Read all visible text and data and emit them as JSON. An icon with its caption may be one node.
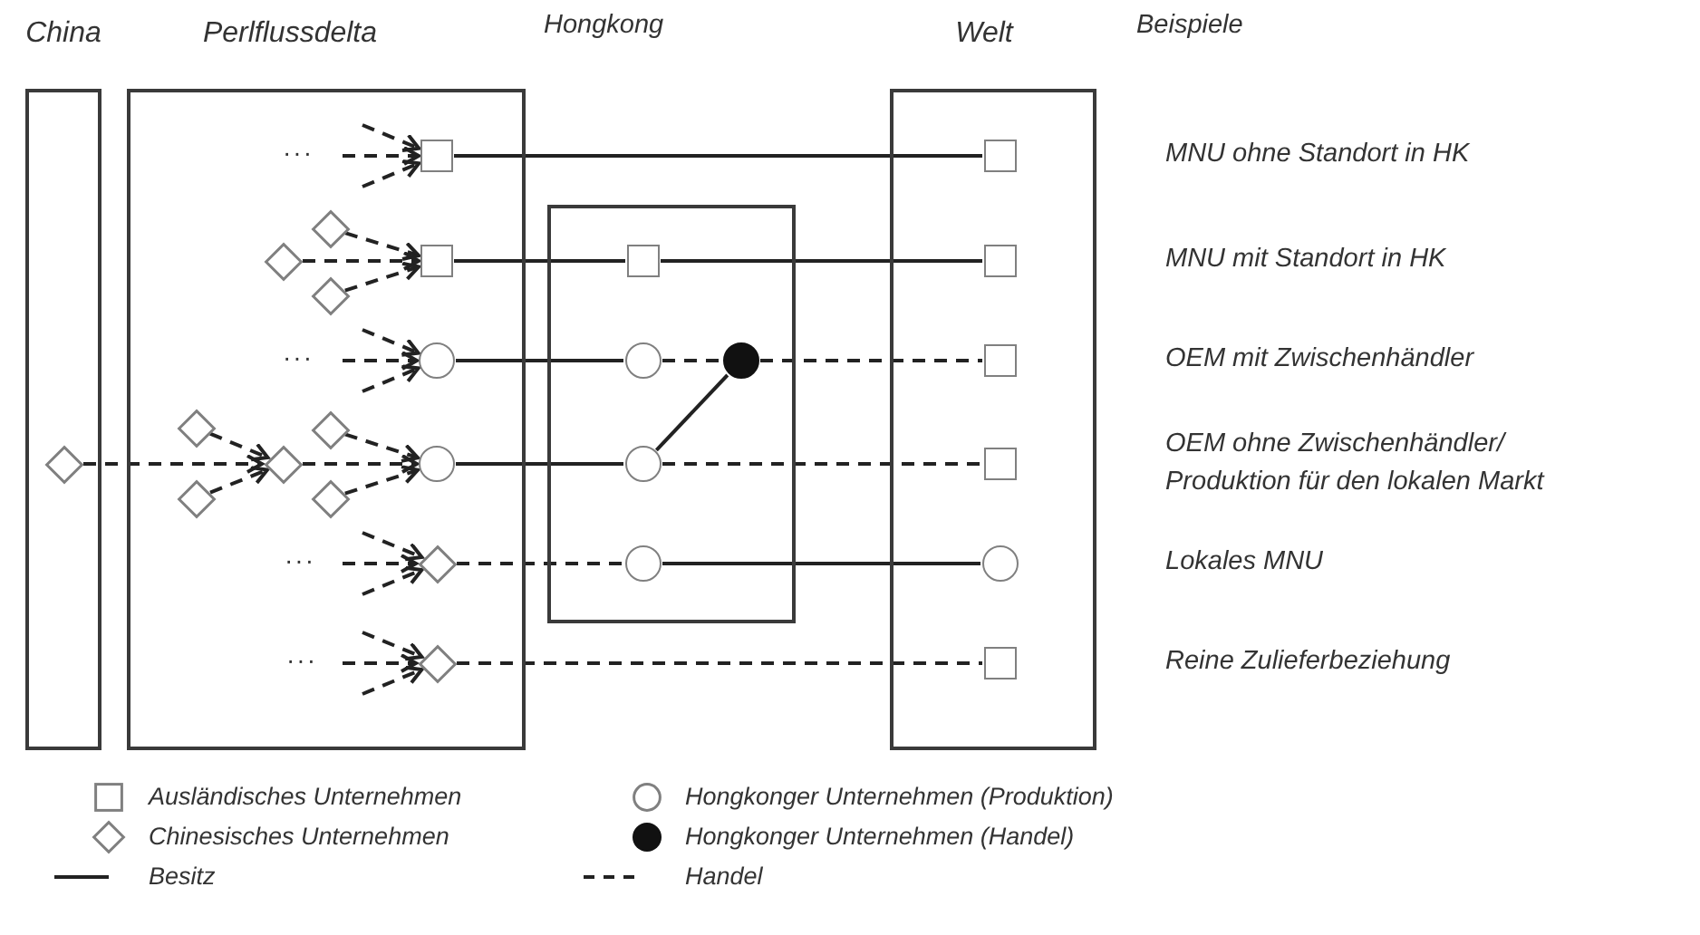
{
  "diagram": {
    "nodes": [
      {
        "text": [
          "China"
        ]
      },
      {
        "text": [
          "Perlflussdelta"
        ]
      },
      {
        "text": [],
        "shape": "box"
      },
      {
        "text": [
          "Welt"
        ]
      },
      {
        "text": [],
        "shape": "diamond",
        "in": 0
      },
      {
        "text": [],
        "shape": "diamond",
        "in": 1
      },
      {
        "text": [],
        "shape": "diamond",
        "in": 1
      },
      {
        "text": [],
        "shape": "diamond",
        "in": 1
      },
      {
        "text": [],
        "shape": "diamond",
        "in": 1
      },
      {
        "text": [],
        "shape": "diamond",
        "in": 1
      },
      {
        "text": [],
        "shape": "diamond",
        "in": 1
      },
      {
        "text": [],
        "shape": "diamond",
        "in": 1
      },
      {
        "text": [],
        "shape": "diamond",
        "in": 1
      },
      {
        "text": [],
        "shape": "box",
        "in": 1
      },
      {
        "text": [],
        "shape": "box",
        "in": 1
      },
      {
        "text": [],
        "shape": "circle",
        "in": 1
      },
      {
        "text": [],
        "shape": "circle",
        "in": 1
      },
      {
        "text": [],
        "shape": "diamond",
        "in": 1
      },
      {
        "text": [],
        "shape": "diamond",
        "in": 1
      },
      {
        "text": [],
        "shape": "box",
        "in": 2
      },
      {
        "text": [],
        "shape": "circle",
        "in": 2
      },
      {
        "text": [],
        "shape": "dot",
        "in": 2
      },
      {
        "text": [],
        "shape": "circle",
        "in": 2
      },
      {
        "text": [],
        "shape": "circle",
        "in": 2
      },
      {
        "text": [],
        "shape": "box",
        "in": 3
      },
      {
        "text": [],
        "shape": "box",
        "in": 3
      },
      {
        "text": [],
        "shape": "box",
        "in": 3
      },
      {
        "text": [],
        "shape": "box",
        "in": 3
      },
      {
        "text": [],
        "shape": "circle",
        "in": 3
      },
      {
        "text": [],
        "shape": "box",
        "in": 3
      }
    ],
    "edges": [
      {
        "from": null,
        "to": 13,
        "arrow": "to",
        "style": "dashed"
      },
      {
        "from": null,
        "to": 13,
        "arrow": "to",
        "style": "dashed"
      },
      {
        "from": null,
        "to": 13,
        "arrow": "to",
        "style": "dashed"
      },
      {
        "from": 13,
        "to": 24,
        "arrow": "none"
      },
      {
        "from": 5,
        "to": 14,
        "arrow": "to",
        "style": "dashed"
      },
      {
        "from": 6,
        "to": 14,
        "arrow": "to",
        "style": "dashed"
      },
      {
        "from": 7,
        "to": 14,
        "arrow": "to",
        "style": "dashed"
      },
      {
        "from": 14,
        "to": 19,
        "arrow": "none"
      },
      {
        "from": 19,
        "to": 25,
        "arrow": "none"
      },
      {
        "from": null,
        "to": 15,
        "arrow": "to",
        "style": "dashed"
      },
      {
        "from": null,
        "to": 15,
        "arrow": "to",
        "style": "dashed"
      },
      {
        "from": null,
        "to": 15,
        "arrow": "to",
        "style": "dashed"
      },
      {
        "from": 15,
        "to": 20,
        "arrow": "none"
      },
      {
        "from": 20,
        "to": 21,
        "arrow": "none",
        "style": "dashed"
      },
      {
        "from": 21,
        "to": 26,
        "arrow": "none",
        "style": "dashed"
      },
      {
        "from": 4,
        "to": 10,
        "arrow": "to",
        "style": "dashed"
      },
      {
        "from": 8,
        "to": 10,
        "arrow": "to",
        "style": "dashed"
      },
      {
        "from": 9,
        "to": 10,
        "arrow": "to",
        "style": "dashed"
      },
      {
        "from": 10,
        "to": 16,
        "arrow": "to",
        "style": "dashed"
      },
      {
        "from": 11,
        "to": 16,
        "arrow": "to",
        "style": "dashed"
      },
      {
        "from": 12,
        "to": 16,
        "arrow": "to",
        "style": "dashed"
      },
      {
        "from": 16,
        "to": 22,
        "arrow": "none"
      },
      {
        "from": 22,
        "to": 21,
        "arrow": "none"
      },
      {
        "from": 22,
        "to": 27,
        "arrow": "none",
        "style": "dashed"
      },
      {
        "from": null,
        "to": 17,
        "arrow": "to",
        "style": "dashed"
      },
      {
        "from": null,
        "to": 17,
        "arrow": "to",
        "style": "dashed"
      },
      {
        "from": null,
        "to": 17,
        "arrow": "to",
        "style": "dashed"
      },
      {
        "from": 17,
        "to": 23,
        "arrow": "none",
        "style": "dashed"
      },
      {
        "from": 23,
        "to": 28,
        "arrow": "none"
      },
      {
        "from": null,
        "to": 18,
        "arrow": "to",
        "style": "dashed"
      },
      {
        "from": null,
        "to": 18,
        "arrow": "to",
        "style": "dashed"
      },
      {
        "from": null,
        "to": 18,
        "arrow": "to",
        "style": "dashed"
      },
      {
        "from": 18,
        "to": 29,
        "arrow": "none",
        "style": "dashed"
      }
    ],
    "labels": [
      "Hongkong",
      "Beispiele",
      "···",
      "MNU ohne Standort in HK",
      "MNU mit Standort in HK",
      "···",
      "OEM mit Zwischenhändler",
      "OEM ohne Zwischenhändler/ Produktion für den lokalen Markt",
      "···",
      "Lokales MNU",
      "···",
      "Reine Zulieferbeziehung"
    ],
    "legend": [
      {
        "text": "Ausländisches Unternehmen"
      },
      {
        "text": "Hongkonger Unternehmen (Produktion)"
      },
      {
        "text": "Chinesisches Unternehmen"
      },
      {
        "text": "Hongkonger Unternehmen (Handel)"
      },
      {
        "text": "Besitz"
      },
      {
        "text": "Handel"
      }
    ]
  }
}
